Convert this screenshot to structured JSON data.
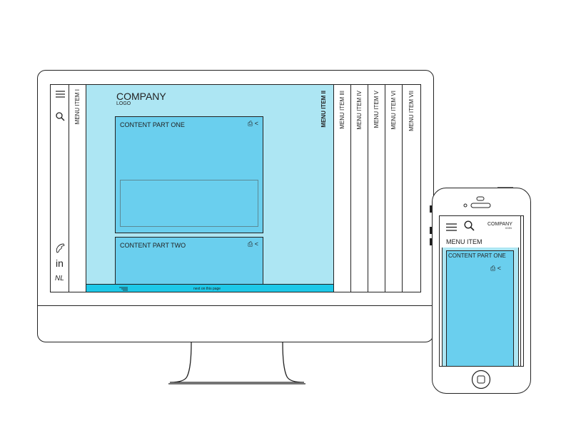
{
  "colors": {
    "main_bg": "#ade6f3",
    "panel_bg": "#6acfee",
    "bar_bg": "#1ec8e8",
    "outline": "#222222"
  },
  "desktop": {
    "left_rail": {
      "top_icons": [
        "hamburger-icon",
        "search-icon"
      ],
      "bottom_icons": [
        "phone-icon",
        "linkedin-icon"
      ],
      "linkedin_text": "in",
      "language": "NL"
    },
    "menu_left": "MENU ITEM I",
    "company_name": "COMPANY",
    "company_sub": "LOGO",
    "menu_right": [
      "MENU ITEM II",
      "MENU ITEM III",
      "MENU ITEM IV",
      "MENU ITEM V",
      "MENU ITEM VI",
      "MENU ITEM VII"
    ],
    "content_one_title": "CONTENT PART ONE",
    "content_two_title": "CONTENT PART TWO",
    "bottom_bar_text": "next on this page"
  },
  "mobile": {
    "company_name": "COMPANY",
    "company_sub": "ICON",
    "menu_label": "MENU ITEM",
    "content_title": "CONTENT PART ONE"
  }
}
